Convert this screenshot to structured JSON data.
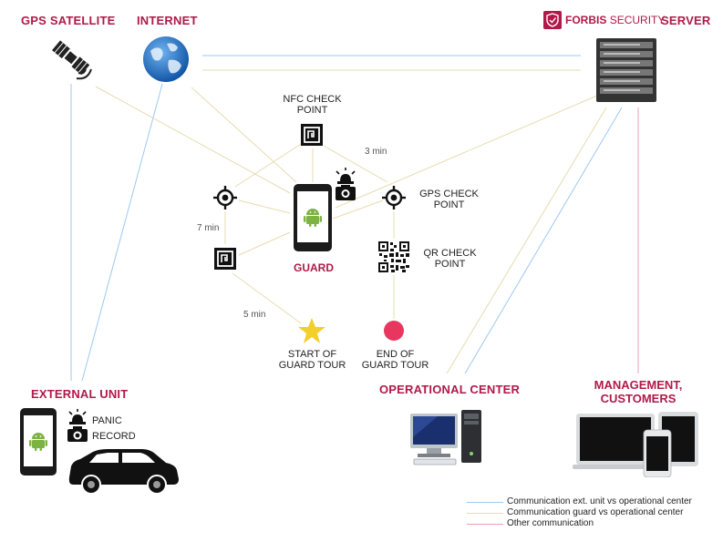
{
  "header": {
    "gps_satellite": "GPS SATELLITE",
    "internet": "INTERNET",
    "brand": "FORBIS",
    "brand_security": "SECURITY",
    "server": "SERVER"
  },
  "checkpoints": {
    "nfc": [
      "NFC CHECK",
      "POINT"
    ],
    "gps": [
      "GPS CHECK",
      "POINT"
    ],
    "qr": [
      "QR CHECK",
      "POINT"
    ],
    "guard": "GUARD",
    "start": [
      "START OF",
      "GUARD TOUR"
    ],
    "end": [
      "END OF",
      "GUARD TOUR"
    ],
    "time_3": "3 min",
    "time_7": "7 min",
    "time_5": "5 min"
  },
  "external_unit": {
    "title": "EXTERNAL UNIT",
    "panic": "PANIC",
    "record": "RECORD"
  },
  "operational_center": {
    "title": "OPERATIONAL CENTER"
  },
  "management": {
    "title_1": "MANAGEMENT,",
    "title_2": "CUSTOMERS"
  },
  "legend": [
    {
      "text": "Communication ext. unit vs operational center",
      "color": "#9ec8ef"
    },
    {
      "text": "Communication guard vs operational center",
      "color": "#e6dcb0"
    },
    {
      "text": "Other communication",
      "color": "#e8a0b8"
    }
  ],
  "colors": {
    "accent": "#b0194a",
    "android": "#7cb342",
    "end_dot": "#e8365f",
    "star": "#f2cf2a"
  }
}
